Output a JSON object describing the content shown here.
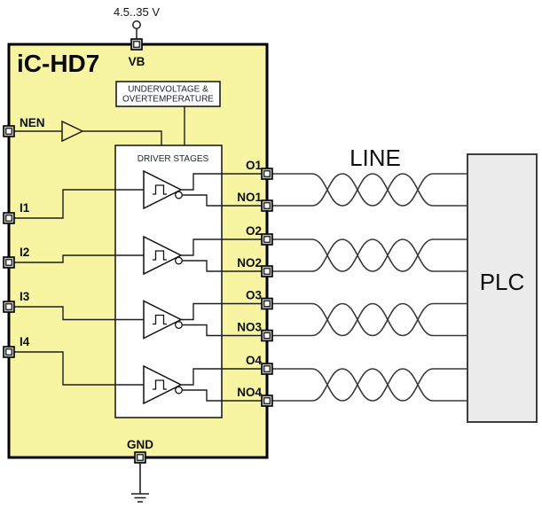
{
  "supply": {
    "voltage": "4.5..35 V"
  },
  "chip": {
    "title": "iC-HD7",
    "pin_labels": {
      "vb": "VB",
      "gnd": "GND",
      "nen": "NEN"
    },
    "input_labels": [
      "I1",
      "I2",
      "I3",
      "I4"
    ],
    "output_labels": [
      [
        "O1",
        "NO1"
      ],
      [
        "O2",
        "NO2"
      ],
      [
        "O3",
        "NO3"
      ],
      [
        "O4",
        "NO4"
      ]
    ],
    "blocks": {
      "undervoltage": [
        "UNDERVOLTAGE &",
        "OVERTEMPERATURE"
      ],
      "driver_stages": "DRIVER STAGES"
    }
  },
  "line_label": "LINE",
  "plc_label": "PLC",
  "colors": {
    "chip_fill": "#f7f5a1",
    "plc_fill": "#ececec",
    "wire": "#1f1f1f",
    "pair_wire": "#3a3a3a",
    "box_border": "#111111"
  }
}
